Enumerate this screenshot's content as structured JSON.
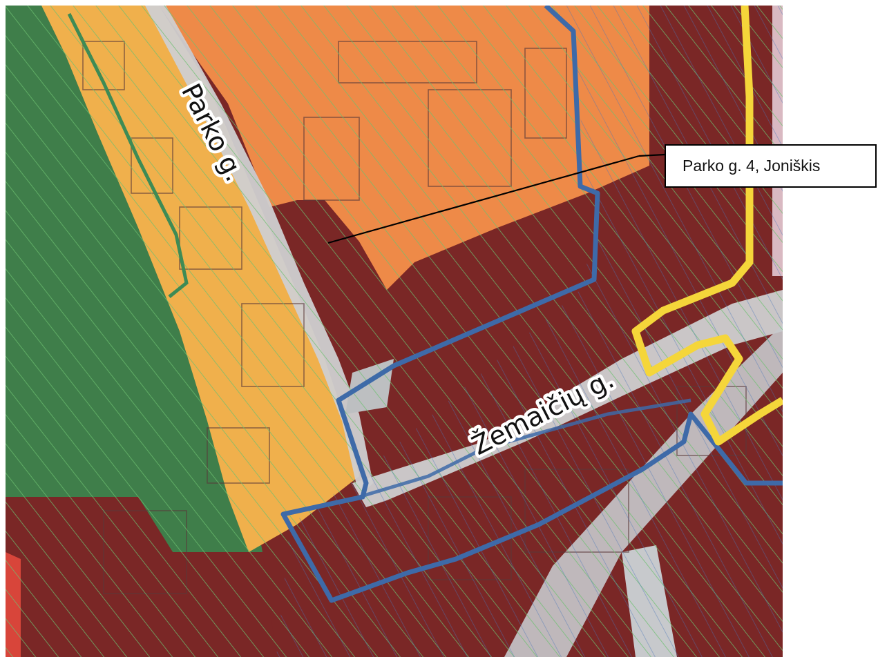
{
  "map": {
    "streets": {
      "parko": "Parko g.",
      "zemaiciu": "Žemaičių g."
    },
    "callout": {
      "label": "Parko g. 4, Joniškis"
    },
    "legend_colors": {
      "park_green": "#3f7e4a",
      "residential_orange": "#f0b04c",
      "public_orange": "#ee8a48",
      "commercial_maroon": "#7a2726",
      "boundary_blue": "#3e6aa8",
      "boundary_yellow": "#f5d63a",
      "hatch_green": "#66b86a"
    }
  }
}
